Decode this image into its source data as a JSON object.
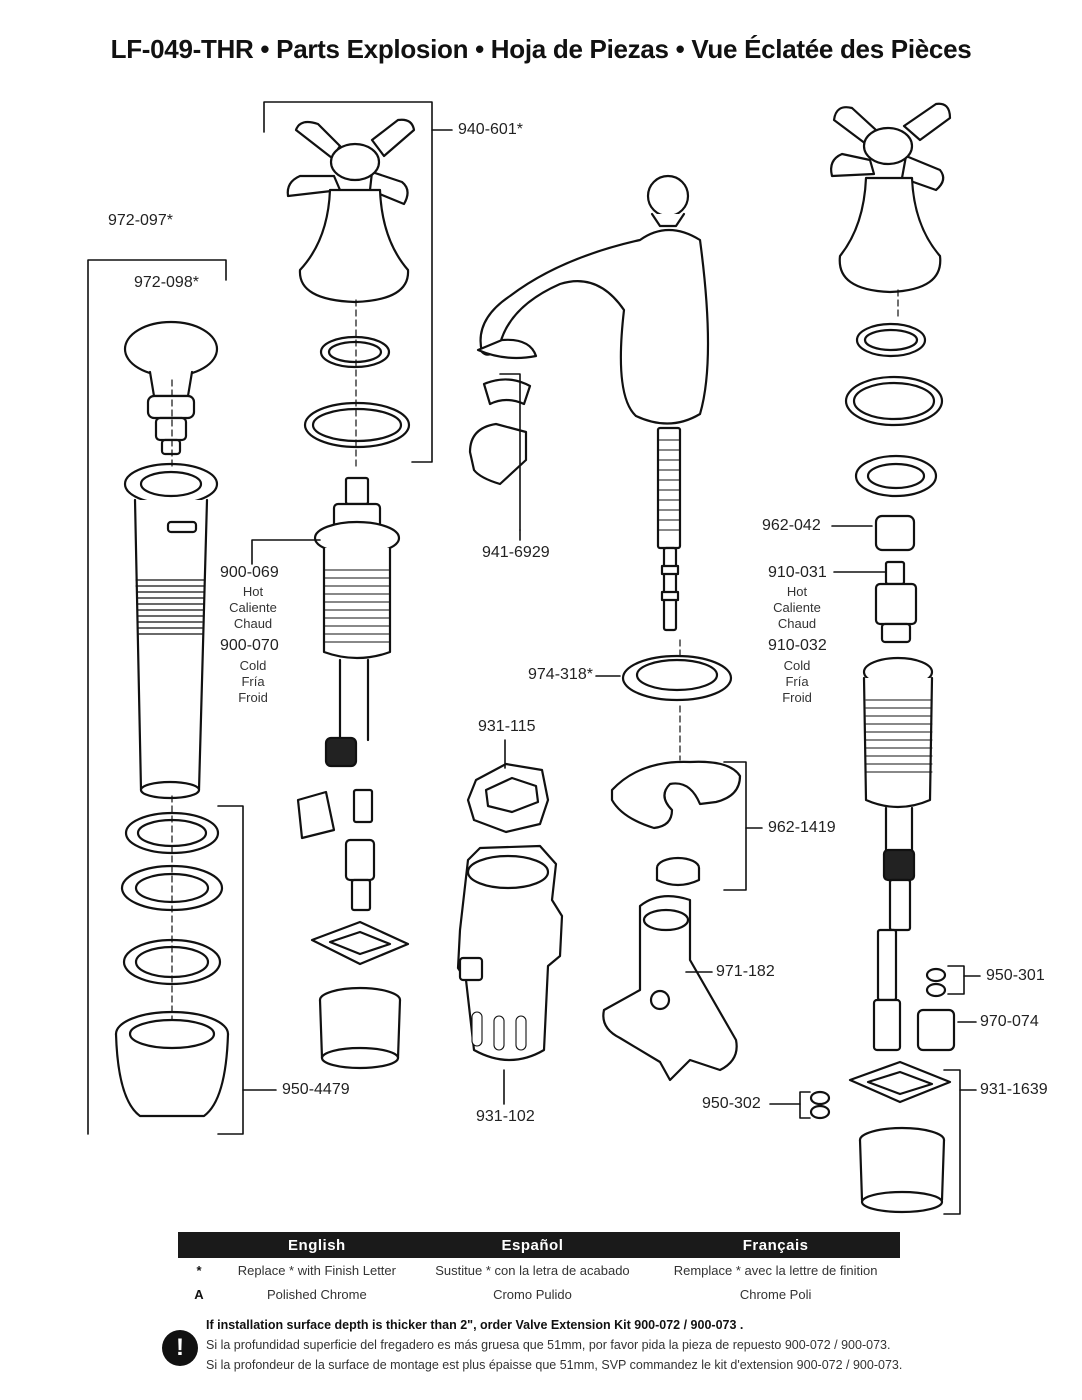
{
  "title": "LF-049-THR • Parts Explosion • Hoja de Piezas • Vue Éclatée des Pièces",
  "parts": {
    "p972_097": "972-097*",
    "p972_098": "972-098*",
    "p940_601": "940-601*",
    "p941_6929": "941-6929",
    "p900_069": "900-069",
    "p900_070": "900-070",
    "p962_042": "962-042",
    "p910_031": "910-031",
    "p910_032": "910-032",
    "p974_318": "974-318*",
    "p931_115": "931-115",
    "p962_1419": "962-1419",
    "p971_182": "971-182",
    "p950_301": "950-301",
    "p970_074": "970-074",
    "p950_4479": "950-4479",
    "p931_102": "931-102",
    "p950_302": "950-302",
    "p931_1639": "931-1639"
  },
  "hot": {
    "en": "Hot",
    "es": "Caliente",
    "fr": "Chaud"
  },
  "cold": {
    "en": "Cold",
    "es": "Fría",
    "fr": "Froid"
  },
  "legend": {
    "headers": [
      "English",
      "Español",
      "Français"
    ],
    "rows": [
      {
        "key": "*",
        "en": "Replace * with Finish Letter",
        "es": "Sustitue * con la letra de acabado",
        "fr": "Remplace * avec la lettre de finition"
      },
      {
        "key": "A",
        "en": "Polished Chrome",
        "es": "Cromo Pulido",
        "fr": "Chrome Poli"
      }
    ]
  },
  "notice": {
    "icon": "!",
    "line_en": "If installation surface depth is thicker than 2\", order Valve Extension Kit 900-072 / 900-073 .",
    "line_es": "Si la profundidad superficie del fregadero es más gruesa que 51mm, por favor pida la pieza de repuesto 900-072 / 900-073.",
    "line_fr": "Si la profondeur de la surface de montage est plus épaisse que 51mm, SVP commandez le kit d'extension 900-072 / 900-073."
  }
}
